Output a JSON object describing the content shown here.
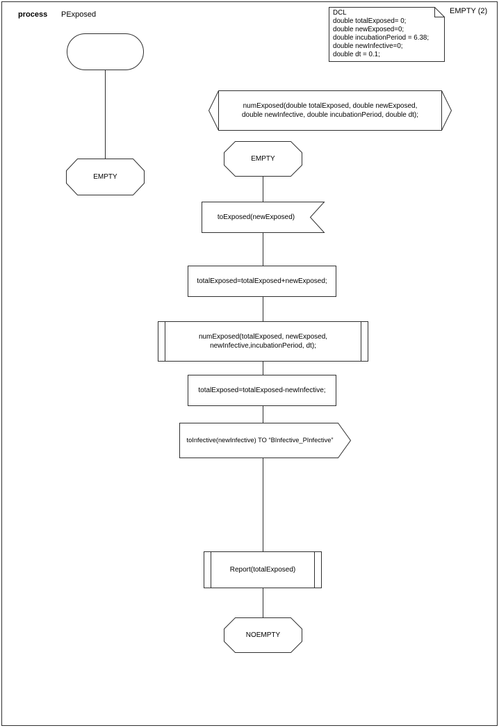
{
  "header": {
    "kind_label": "process",
    "process_name": "PExposed",
    "page_label": "EMPTY (2)"
  },
  "declarations": {
    "text": "DCL\ndouble totalExposed= 0;\ndouble newExposed=0;\ndouble incubationPeriod = 6.38;\ndouble newInfective=0;\ndouble dt = 0.1;"
  },
  "nodes": {
    "procedure_decl": {
      "label": "numExposed(double totalExposed, double newExposed,\ndouble newInfective, double incubationPeriod, double dt);"
    },
    "state_empty_left": {
      "label": "EMPTY"
    },
    "state_empty": {
      "label": "EMPTY"
    },
    "input_toExposed": {
      "label": "toExposed(newExposed)"
    },
    "task_add": {
      "label": "totalExposed=totalExposed+newExposed;"
    },
    "call_numExposed": {
      "label": "numExposed(totalExposed, newExposed,\nnewInfective,incubationPeriod, dt);"
    },
    "task_sub": {
      "label": "totalExposed=totalExposed-newInfective;"
    },
    "output_toInfective": {
      "label": "toInfective(newInfective) TO “BInfective_PInfective”"
    },
    "call_report": {
      "label": "Report(totalExposed)"
    },
    "state_noempty": {
      "label": "NOEMPTY"
    }
  }
}
